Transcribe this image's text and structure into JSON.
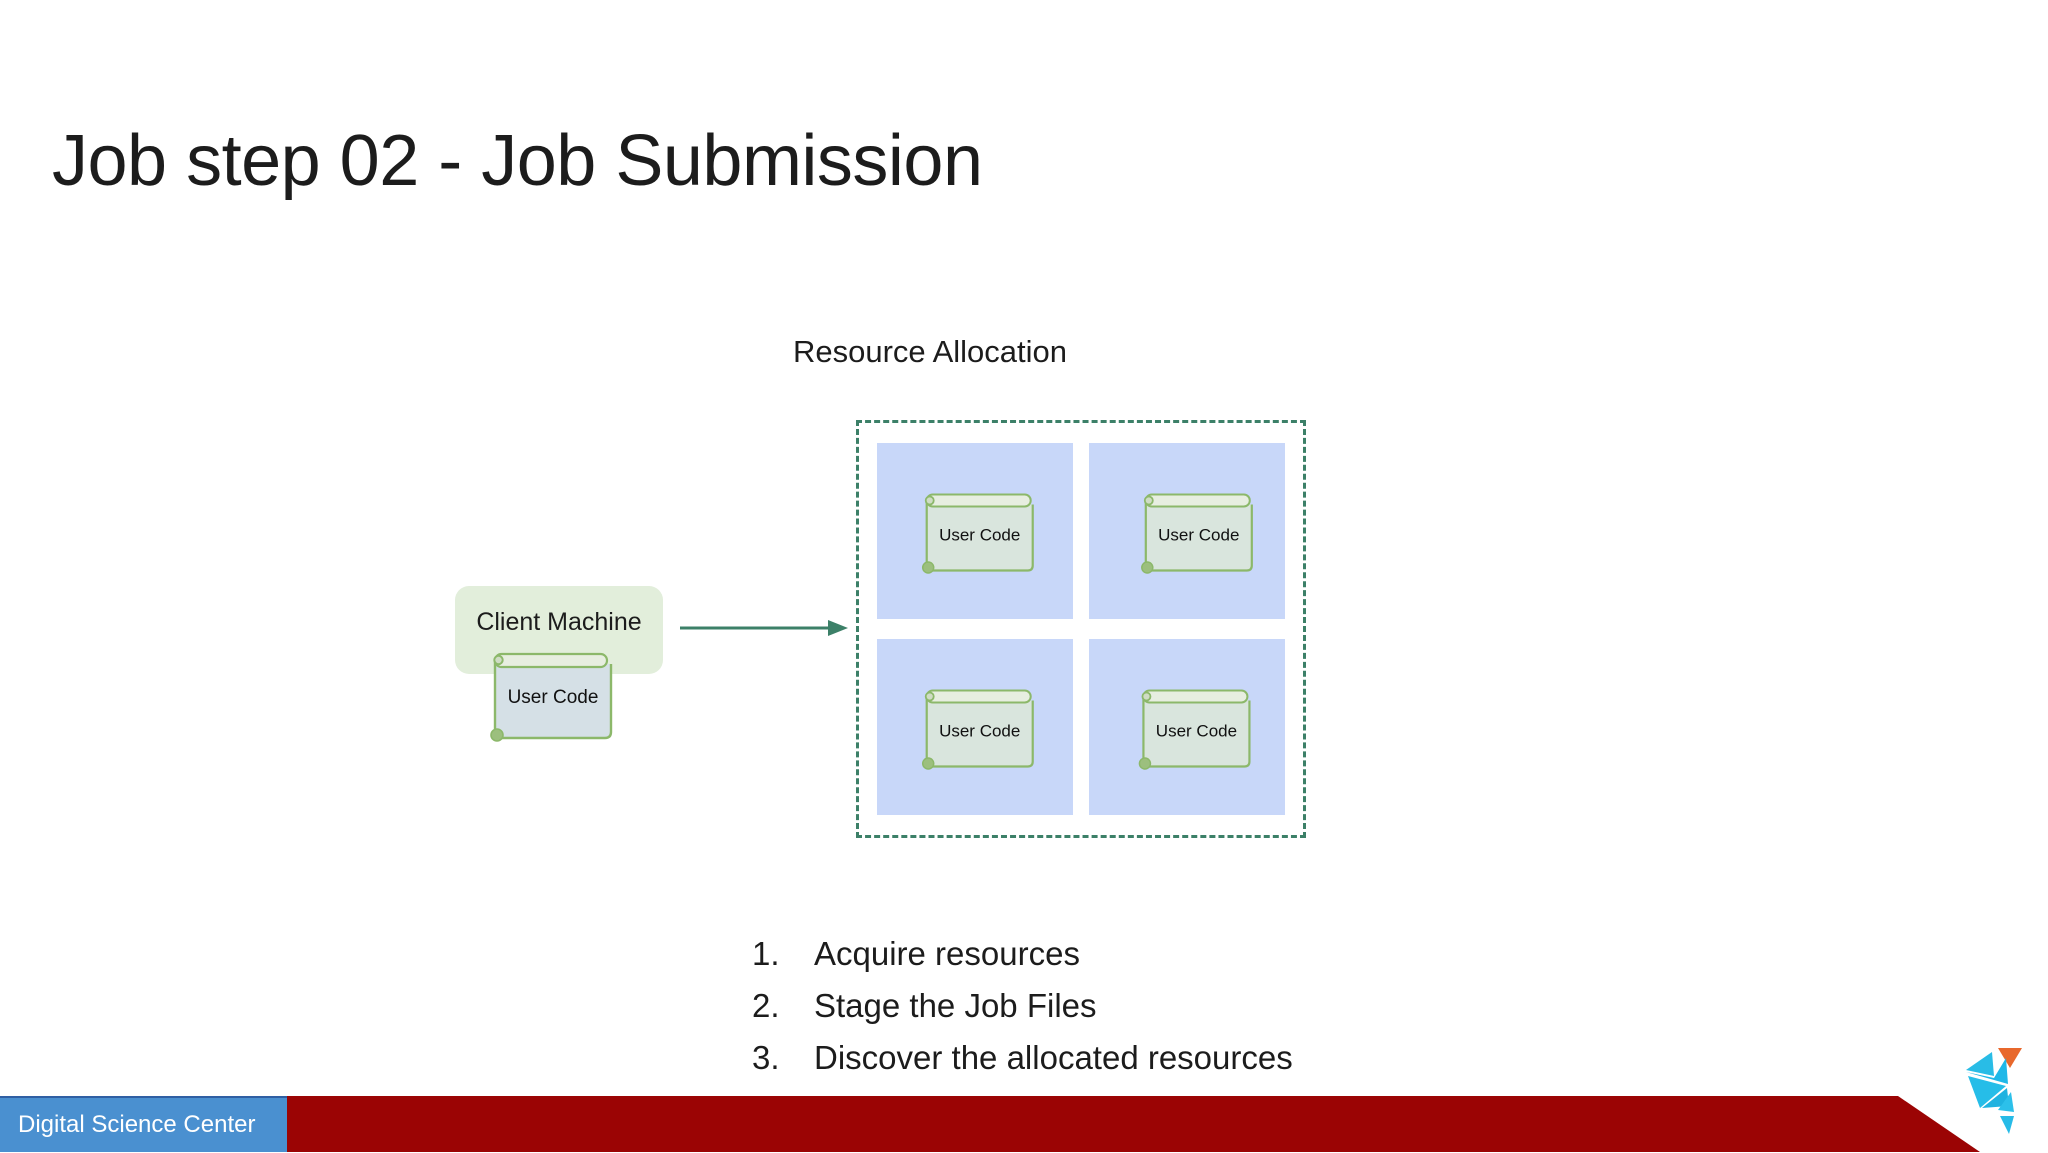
{
  "slide": {
    "title": "Job step 02 - Job Submission"
  },
  "diagram": {
    "section_label": "Resource Allocation",
    "client": {
      "title": "Client Machine",
      "user_code_label": "User Code"
    },
    "arrow": {
      "icon": "arrow-right-icon",
      "color": "#3c8068"
    },
    "allocation": {
      "border_color": "#3c8068",
      "node_color": "#c8d7f9",
      "nodes": [
        {
          "label": "User Code"
        },
        {
          "label": "User Code"
        },
        {
          "label": "User Code"
        },
        {
          "label": "User Code"
        }
      ]
    }
  },
  "steps": [
    {
      "num": "1.",
      "text": "Acquire resources"
    },
    {
      "num": "2.",
      "text": "Stage the Job Files"
    },
    {
      "num": "3.",
      "text": "Discover the allocated resources"
    }
  ],
  "footer": {
    "badge_label": "Digital Science Center",
    "badge_color": "#4a90d0",
    "bar_color": "#9b0404",
    "logo_name": "digital-science-center-logo"
  }
}
